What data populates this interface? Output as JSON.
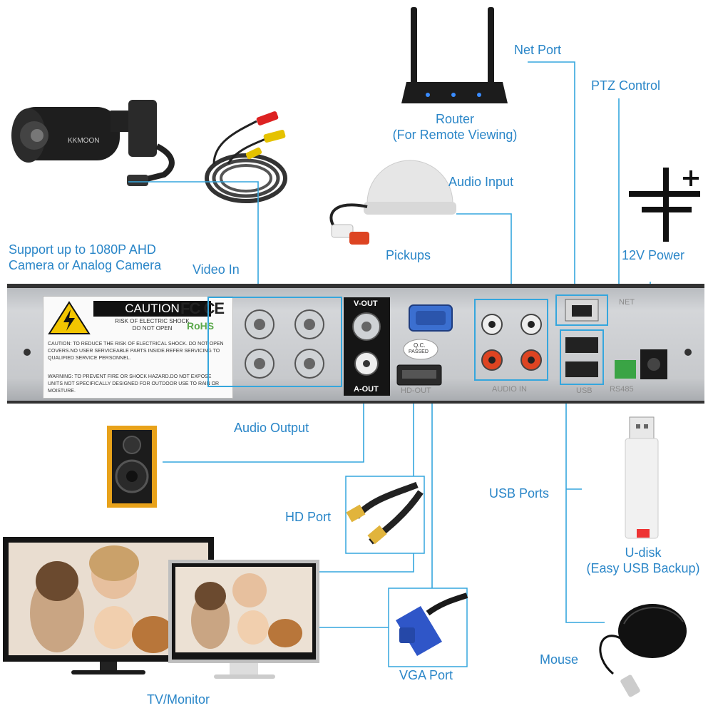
{
  "labels": {
    "net_port": "Net Port",
    "ptz_control": "PTZ Control",
    "router": "Router",
    "router_sub": "(For Remote Viewing)",
    "audio_input": "Audio Input",
    "pickups": "Pickups",
    "support": "Support up to 1080P AHD",
    "support2": "Camera or Analog Camera",
    "video_in": "Video In",
    "power": "12V Power",
    "audio_output": "Audio Output",
    "hd_port": "HD Port",
    "usb_ports": "USB Ports",
    "udisk": "U-disk",
    "udisk_sub": "(Easy USB Backup)",
    "vga_port": "VGA Port",
    "mouse": "Mouse",
    "tv_monitor": "TV/Monitor"
  },
  "panel": {
    "caution_title": "CAUTION",
    "caution_sub1": "RISK OF ELECTRIC SHOCK",
    "caution_sub2": "DO NOT OPEN",
    "warning1": "CAUTION: TO REDUCE THE RISK OF ELECTRICAL SHOCK. DO NOT OPEN COVERS.NO USER SERVICEABLE PARTS INSIDE.REFER SERVICING TO QUALIFIED SERVICE PERSONNEL.",
    "warning2": "WARNING: TO PREVENT FIRE OR SHOCK HAZARD.DO NOT EXPOSE UNITS NOT SPECIFICALLY DESIGNED FOR OUTDOOR USE TO RAIN OR MOISTURE.",
    "fcc": "FC CE",
    "rohs": "RoHS",
    "v_out": "V-OUT",
    "a_out": "A-OUT",
    "hd_out": "HD-OUT",
    "qc1": "Q.C.",
    "qc2": "PASSED",
    "audio_in": "AUDIO IN",
    "usb": "USB",
    "rs485": "RS485",
    "net": "NET",
    "camera_brand": "KKMOON"
  },
  "colors": {
    "accent": "#2a86c8",
    "highlight": "#35a6dd"
  }
}
